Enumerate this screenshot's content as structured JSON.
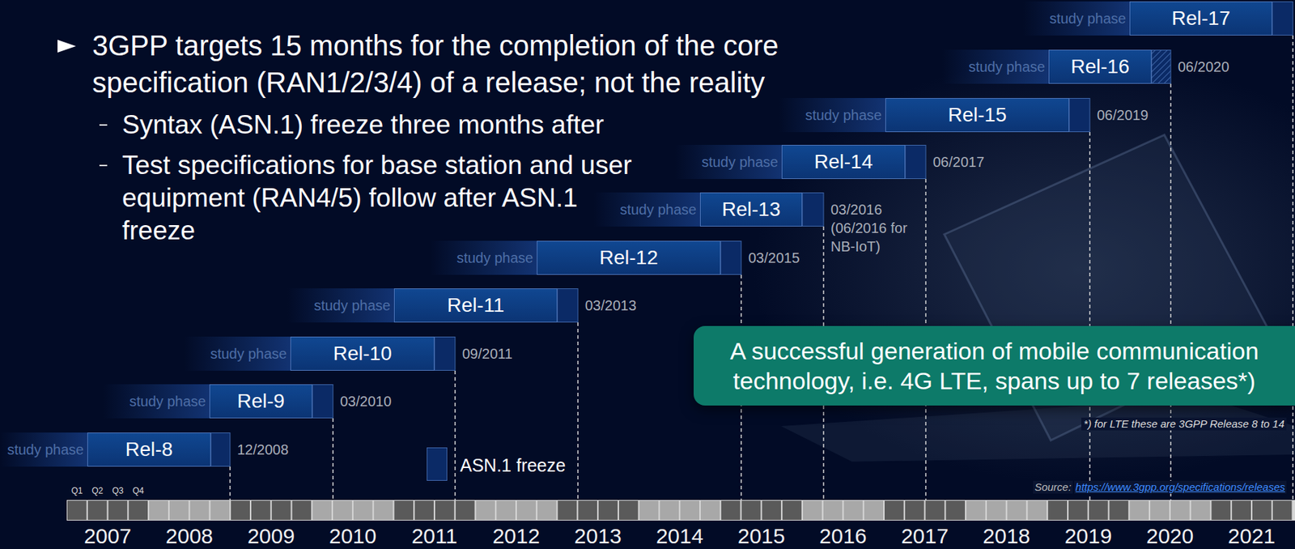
{
  "diagram": {
    "nodes": [
      {
        "text": [
          "Rel-17"
        ]
      },
      {
        "text": [
          "Rel-16"
        ]
      },
      {
        "text": [
          "Rel-15"
        ]
      },
      {
        "text": [
          "Rel-14"
        ]
      },
      {
        "text": [
          "Rel-13"
        ]
      },
      {
        "text": [
          "Rel-12"
        ]
      },
      {
        "text": [
          "Rel-11"
        ]
      },
      {
        "text": [
          "Rel-10"
        ]
      },
      {
        "text": [
          "Rel-9"
        ]
      },
      {
        "text": [
          "Rel-8"
        ]
      },
      {
        "text": [
          "A successful generation of mobile communication technology, i.e. 4G LTE, spans up to 7 releases*)"
        ]
      }
    ],
    "labels": [
      "3GPP targets 15 months for the completion of the core specification (RAN1/2/3/4) of a release; not the reality",
      "Syntax (ASN.1) freeze three months after",
      "Test specifications for base station and user equipment (RAN4/5) follow after ASN.1 freeze",
      "study phase",
      "study phase",
      "study phase",
      "study phase",
      "study phase",
      "study phase",
      "study phase",
      "study phase",
      "study phase",
      "study phase",
      "06/2020",
      "06/2019",
      "06/2017",
      "03/2016",
      "(06/2016 for NB-IoT)",
      "03/2015",
      "03/2013",
      "09/2011",
      "03/2010",
      "12/2008",
      "*) for LTE these are 3GPP Release 8 to 14",
      "Source:",
      "https://www.3gpp.org/specifications/releases",
      "Q1",
      "Q2",
      "Q3",
      "Q4",
      "2007",
      "2008",
      "2009",
      "2010",
      "2011",
      "2012",
      "2013",
      "2014",
      "2015",
      "2016",
      "2017",
      "2018",
      "2019",
      "2020",
      "2021"
    ],
    "legend": [
      {
        "text": "ASN.1 freeze",
        "color": "#0b2a66"
      }
    ]
  }
}
